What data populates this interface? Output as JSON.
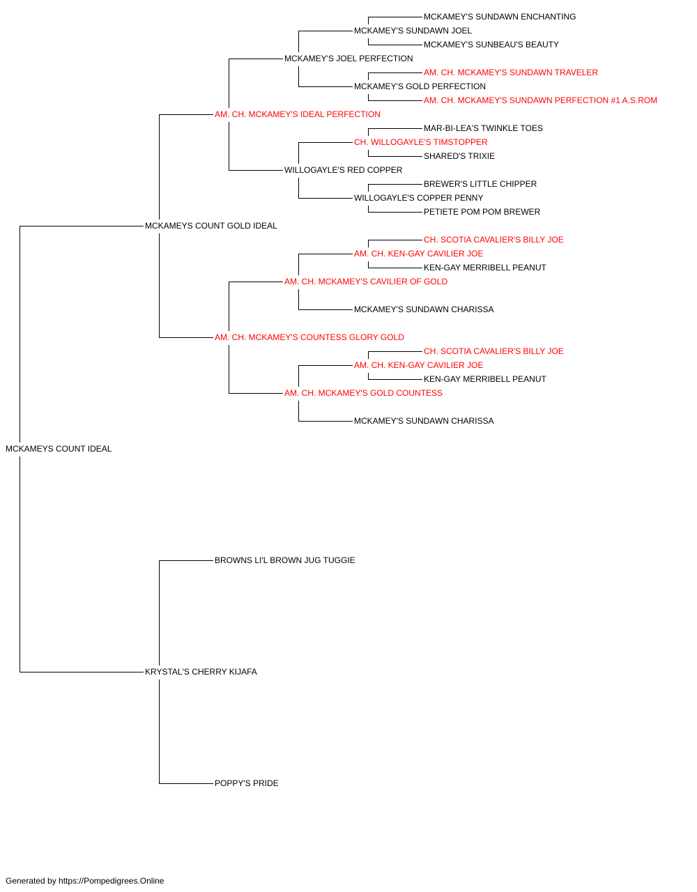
{
  "colors": {
    "champion": "#ff0000",
    "normal": "#000000",
    "line": "#000000"
  },
  "pedigree": {
    "subject": {
      "name": "MCKAMEYS COUNT IDEAL",
      "champion": false
    },
    "sire": {
      "name": "MCKAMEYS COUNT GOLD IDEAL",
      "champion": false
    },
    "dam": {
      "name": "KRYSTAL'S CHERRY KIJAFA",
      "champion": false
    },
    "gen2": [
      {
        "name": "AM. CH. MCKAMEY'S IDEAL PERFECTION",
        "champion": true
      },
      {
        "name": "AM. CH. MCKAMEY'S COUNTESS GLORY GOLD",
        "champion": true
      },
      {
        "name": "BROWNS LI'L BROWN JUG TUGGIE",
        "champion": false
      },
      {
        "name": "POPPY'S PRIDE",
        "champion": false
      }
    ],
    "gen3": [
      {
        "name": "MCKAMEY'S JOEL PERFECTION",
        "champion": false
      },
      {
        "name": "WILLOGAYLE'S RED COPPER",
        "champion": false
      },
      {
        "name": "AM. CH. MCKAMEY'S CAVILIER OF GOLD",
        "champion": true
      },
      {
        "name": "AM. CH. MCKAMEY'S GOLD COUNTESS",
        "champion": true
      }
    ],
    "gen4": [
      {
        "name": "MCKAMEY'S SUNDAWN JOEL",
        "champion": false
      },
      {
        "name": "MCKAMEY'S GOLD PERFECTION",
        "champion": false
      },
      {
        "name": "CH. WILLOGAYLE'S TIMSTOPPER",
        "champion": true
      },
      {
        "name": "WILLOGAYLE'S COPPER PENNY",
        "champion": false
      },
      {
        "name": "AM. CH. KEN-GAY CAVILIER JOE",
        "champion": true
      },
      {
        "name": "MCKAMEY'S SUNDAWN CHARISSA",
        "champion": false
      },
      {
        "name": "AM. CH. KEN-GAY CAVILIER JOE",
        "champion": true
      },
      {
        "name": "MCKAMEY'S SUNDAWN CHARISSA",
        "champion": false
      }
    ],
    "gen5": [
      {
        "name": "MCKAMEY'S SUNDAWN ENCHANTING",
        "champion": false
      },
      {
        "name": "MCKAMEY'S SUNBEAU'S BEAUTY",
        "champion": false
      },
      {
        "name": "AM. CH. MCKAMEY'S SUNDAWN TRAVELER",
        "champion": true
      },
      {
        "name": "AM. CH. MCKAMEY'S SUNDAWN PERFECTION #1 A.S.ROM",
        "champion": true
      },
      {
        "name": "MAR-BI-LEA'S TWINKLE TOES",
        "champion": false
      },
      {
        "name": "SHARED'S TRIXIE",
        "champion": false
      },
      {
        "name": "BREWER'S LITTLE CHIPPER",
        "champion": false
      },
      {
        "name": "PETIETE POM POM BREWER",
        "champion": false
      },
      {
        "name": "CH. SCOTIA CAVALIER'S BILLY JOE",
        "champion": true
      },
      {
        "name": "KEN-GAY MERRIBELL PEANUT",
        "champion": false
      },
      {
        "name": "CH. SCOTIA CAVALIER'S BILLY JOE",
        "champion": true
      },
      {
        "name": "KEN-GAY MERRIBELL PEANUT",
        "champion": false
      }
    ]
  },
  "footer": {
    "text": "Generated by https://Pompedigrees.Online"
  }
}
